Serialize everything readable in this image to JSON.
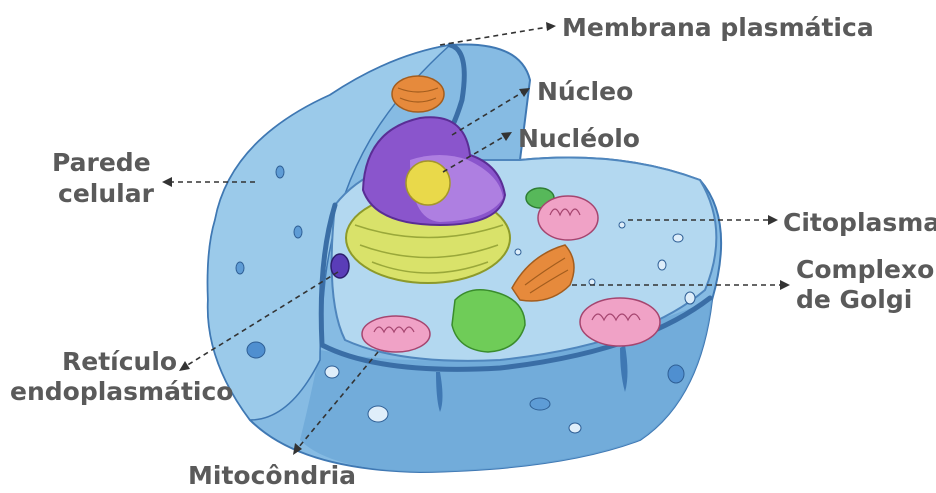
{
  "labels": {
    "membrana": "Membrana plasmática",
    "nucleo": "Núcleo",
    "nucleolo": "Nucléolo",
    "parede_l1": "Parede",
    "parede_l2": "celular",
    "citoplasma": "Citoplasma",
    "golgi_l1": "Complexo",
    "golgi_l2": "de Golgi",
    "reticulo_l1": "Retículo",
    "reticulo_l2": "endoplasmático",
    "mitocondria": "Mitocôndria"
  },
  "colors": {
    "wall_light": "#a9d1ec",
    "wall_mid": "#6fa9d8",
    "wall_dark": "#3f78b3",
    "nucleus_purple": "#8a55cc",
    "nucleolus_yellow": "#e9d94a",
    "er_yellow": "#d9e26a",
    "mitochondria_pink": "#f0a2c6",
    "golgi_orange": "#e68a3c",
    "vacuole_green": "#6fcc58",
    "label_text": "#5a5a5a"
  }
}
